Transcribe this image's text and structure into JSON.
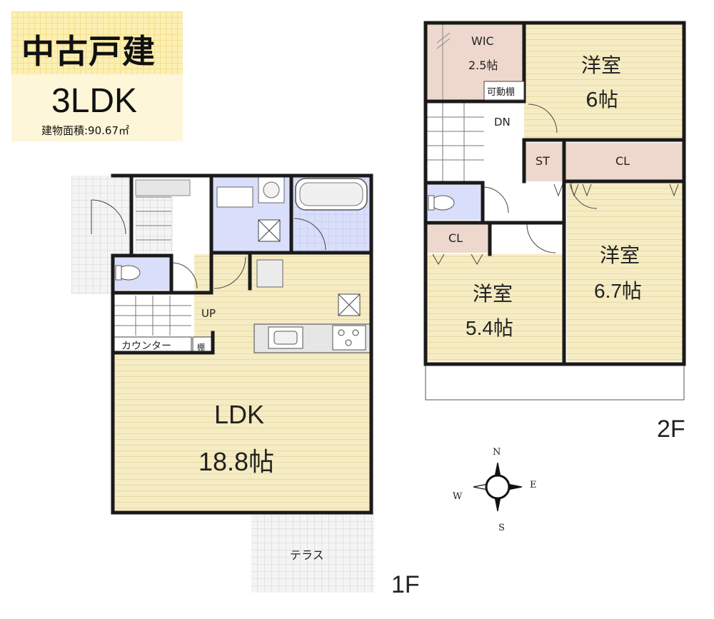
{
  "title_box": {
    "type": "中古戸建",
    "layout": "3LDK",
    "area_label": "建物面積:90.67㎡"
  },
  "floor1": {
    "floor_label": "1F",
    "rooms": {
      "ldk_name": "LDK",
      "ldk_size": "18.8帖",
      "terrace": "テラス",
      "counter": "カウンター",
      "shelf": "棚",
      "up": "UP"
    }
  },
  "floor2": {
    "floor_label": "2F",
    "rooms": {
      "wic_name": "WIC",
      "wic_size": "2.5帖",
      "movable_shelf": "可動棚",
      "room_a_name": "洋室",
      "room_a_size": "6帖",
      "dn": "DN",
      "st": "ST",
      "cl_a": "CL",
      "cl_b": "CL",
      "room_b_name": "洋室",
      "room_b_size": "5.4帖",
      "room_c_name": "洋室",
      "room_c_size": "6.7帖"
    }
  },
  "compass": {
    "n": "N",
    "e": "E",
    "s": "S",
    "w": "W"
  },
  "colors": {
    "floor_wood": "#f6ecc4",
    "wet_area": "#d9defa",
    "closet": "#eed8cd",
    "title_bg": "#fbefb4",
    "wall": "#1a1a1a"
  }
}
